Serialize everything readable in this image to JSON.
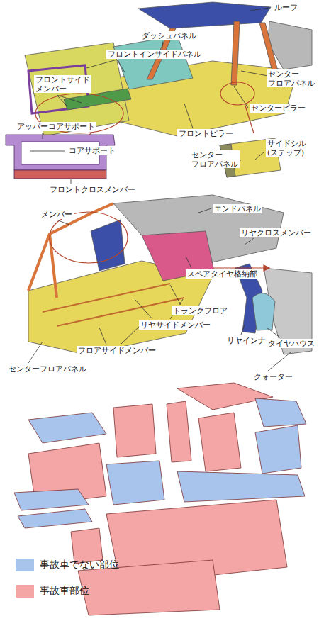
{
  "diagram": {
    "labels": [
      "ルーフ",
      "ダッシュパネル",
      "フロントインサイドパネル",
      "フロントサイド メンバー",
      "センター フロアパネル",
      "センターピラー",
      "フロントピラー",
      "アッパーコアサポート",
      "コアサポート",
      "フロントクロスメンバー",
      "センター フロアパネル",
      "サイドシル (ステップ)",
      "メンバー",
      "エンドパネル",
      "リヤクロスメンバー",
      "スペアタイヤ格納部",
      "トランクフロア",
      "リヤサイドメンバー",
      "フロアサイドメンバー",
      "センターフロアパネル",
      "リヤインナー",
      "タイヤハウス",
      "クォーター"
    ],
    "legend": [
      {
        "text": "事故車でない部位",
        "color": "#a9c4ec"
      },
      {
        "text": "事故車部位",
        "color": "#f4a6a6"
      }
    ]
  }
}
